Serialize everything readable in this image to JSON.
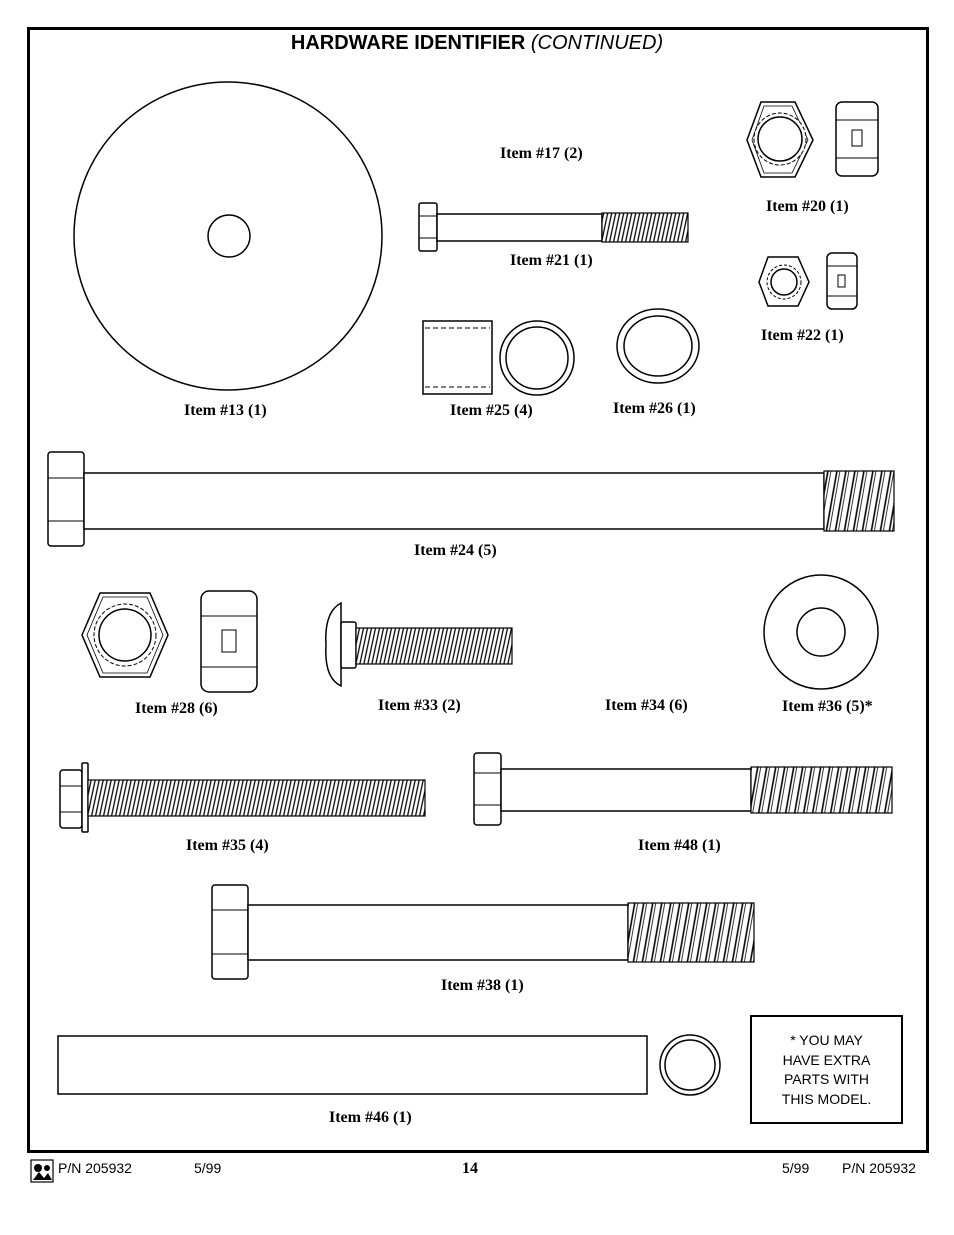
{
  "header": {
    "title": "HARDWARE IDENTIFIER",
    "subtitle": "(CONTINUED)"
  },
  "items": {
    "i13": "Item #13 (1)",
    "i17": "Item #17 (2)",
    "i20": "Item #20 (1)",
    "i21": "Item #21 (1)",
    "i22": "Item #22 (1)",
    "i24": "Item #24 (5)",
    "i25": "Item #25 (4)",
    "i26": "Item #26 (1)",
    "i28": "Item #28 (6)",
    "i33": "Item #33 (2)",
    "i34": "Item #34 (6)",
    "i35": "Item #35 (4)",
    "i36": "Item #36 (5)*",
    "i38": "Item #38 (1)",
    "i46": "Item #46 (1)",
    "i48": "Item #48 (1)"
  },
  "note": {
    "line1": "* YOU MAY",
    "line2": "HAVE EXTRA",
    "line3": "PARTS WITH",
    "line4": "THIS MODEL."
  },
  "footer": {
    "left_pn": "P/N 205932",
    "left_date": "5/99",
    "page": "14",
    "right_date": "5/99",
    "right_pn": "P/N 205932"
  }
}
